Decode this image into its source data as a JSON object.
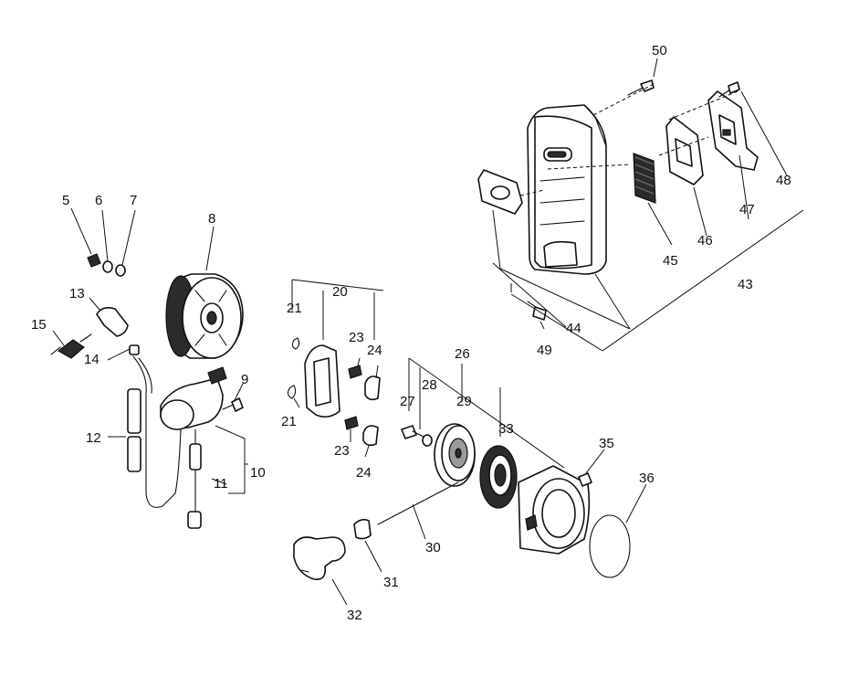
{
  "labels": {
    "p5": "5",
    "p6": "6",
    "p7": "7",
    "p8": "8",
    "p9": "9",
    "p10": "10",
    "p11": "11",
    "p12": "12",
    "p13": "13",
    "p14": "14",
    "p15": "15",
    "p20": "20",
    "p21a": "21",
    "p21b": "21",
    "p23a": "23",
    "p23b": "23",
    "p24a": "24",
    "p24b": "24",
    "p26": "26",
    "p27": "27",
    "p28": "28",
    "p29": "29",
    "p30": "30",
    "p31": "31",
    "p32": "32",
    "p33": "33",
    "p35": "35",
    "p36": "36",
    "p43": "43",
    "p44": "44",
    "p45": "45",
    "p46": "46",
    "p47": "47",
    "p48": "48",
    "p49": "49",
    "p50": "50"
  }
}
